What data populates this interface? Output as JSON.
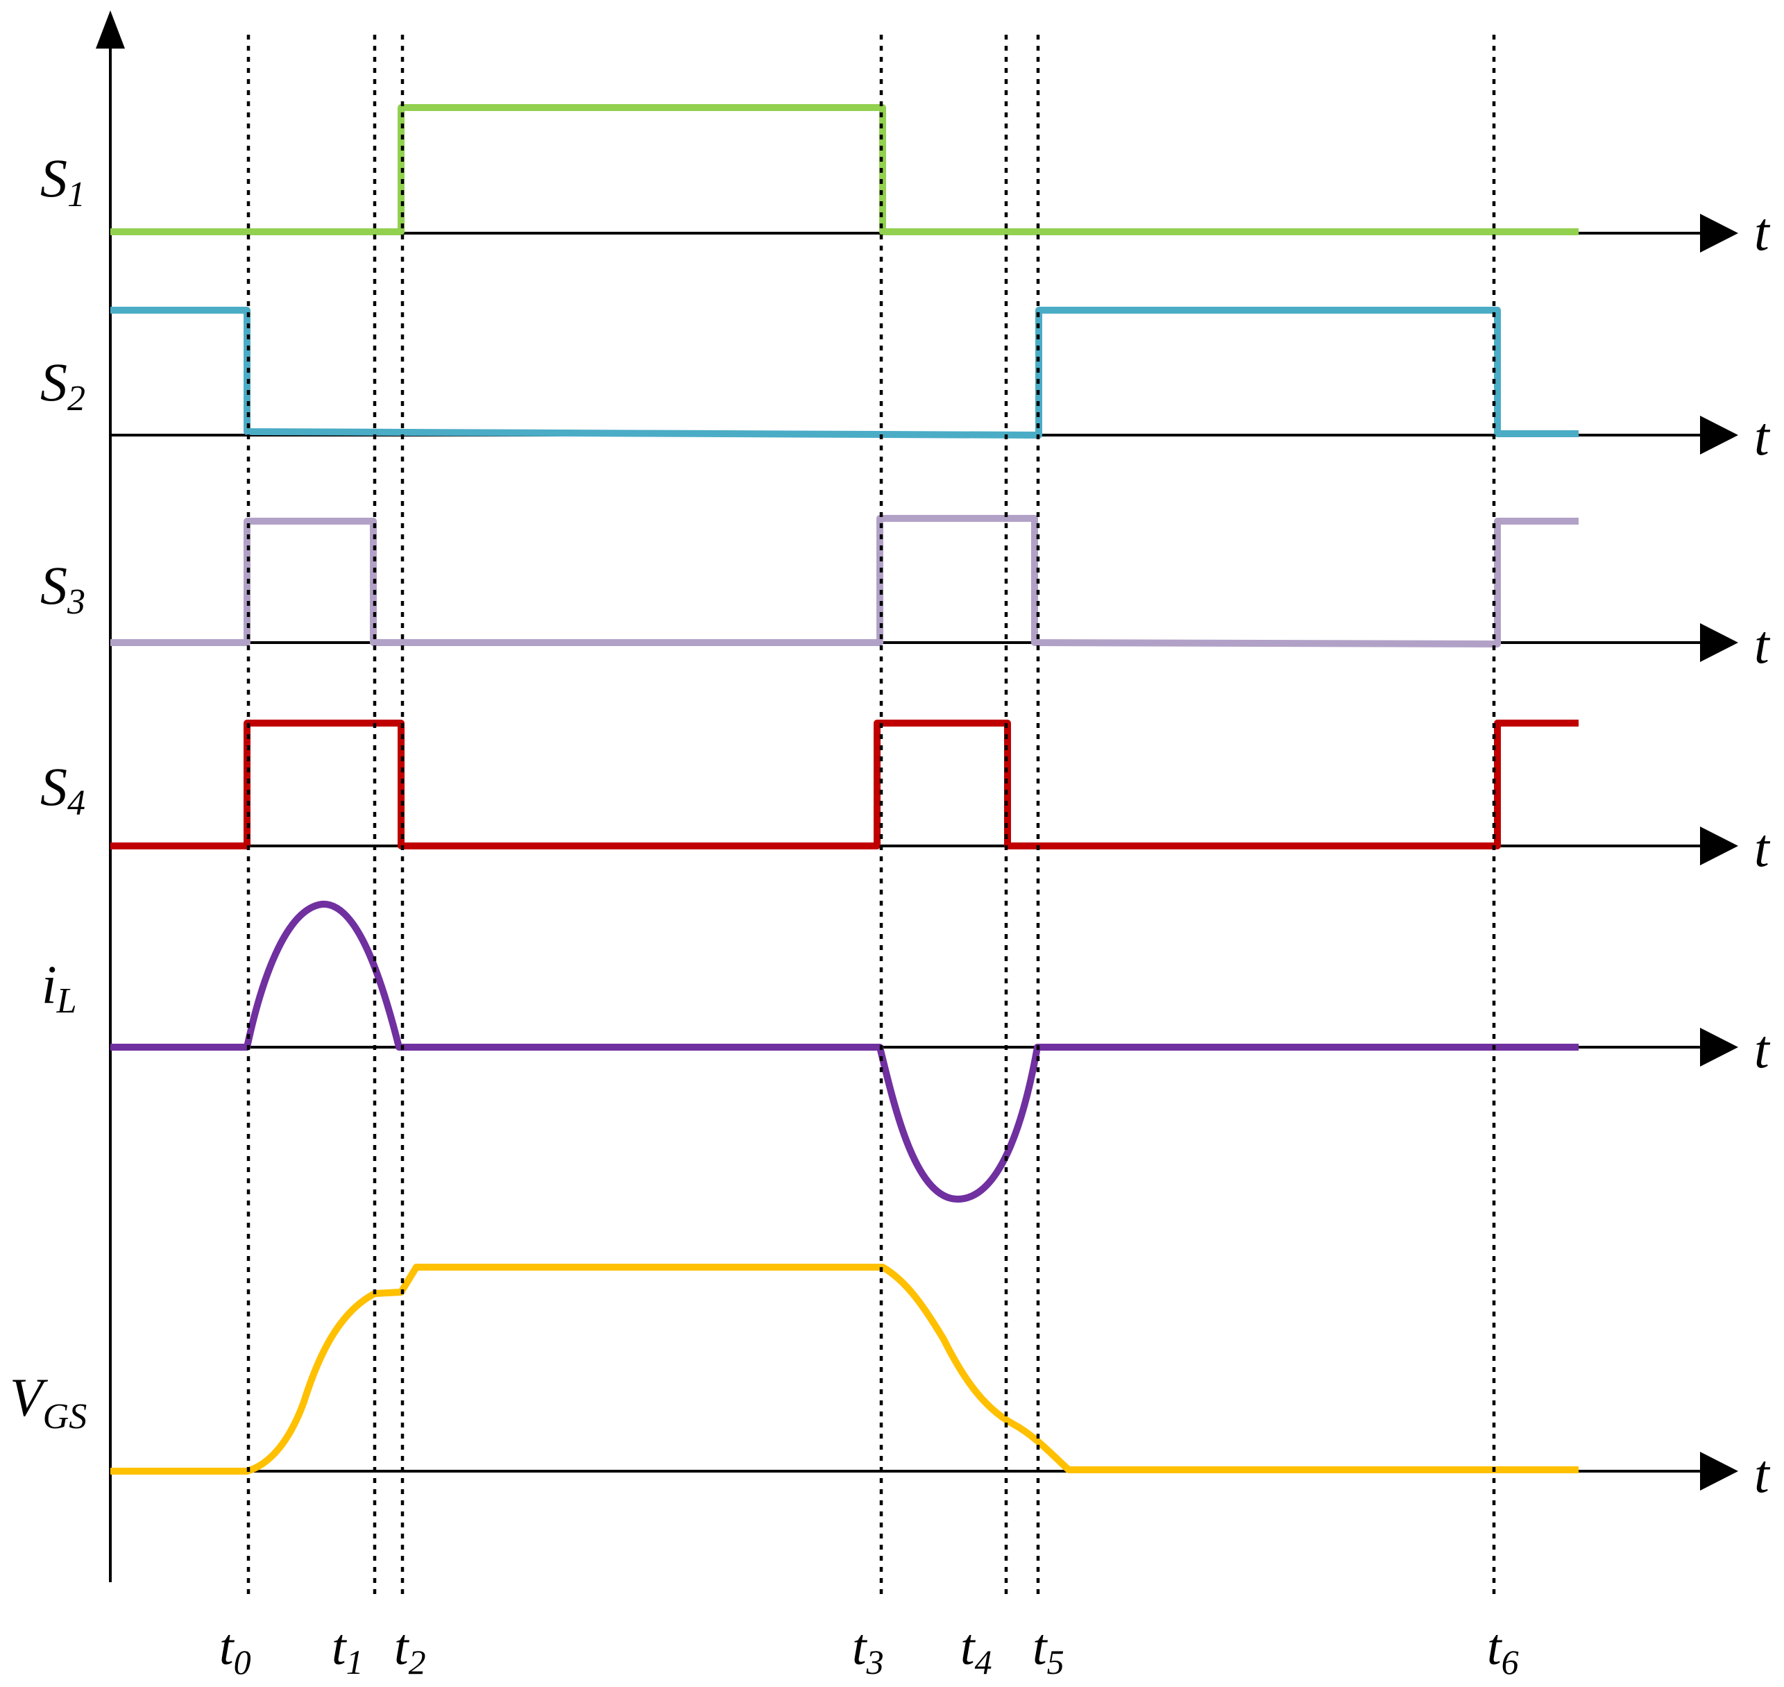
{
  "signals": [
    {
      "id": "s1",
      "base": "S",
      "sub": "1",
      "color": "#92d050"
    },
    {
      "id": "s2",
      "base": "S",
      "sub": "2",
      "color": "#4bacc6"
    },
    {
      "id": "s3",
      "base": "S",
      "sub": "3",
      "color": "#b2a1c7"
    },
    {
      "id": "s4",
      "base": "S",
      "sub": "4",
      "color": "#c00000"
    },
    {
      "id": "il",
      "base": "i",
      "sub": "L",
      "color": "#7030a0"
    },
    {
      "id": "vgs",
      "base": "V",
      "sub": "GS",
      "color": "#ffc000"
    }
  ],
  "axis_label": "t",
  "time_markers": [
    {
      "base": "t",
      "sub": "0"
    },
    {
      "base": "t",
      "sub": "1"
    },
    {
      "base": "t",
      "sub": "2"
    },
    {
      "base": "t",
      "sub": "3"
    },
    {
      "base": "t",
      "sub": "4"
    },
    {
      "base": "t",
      "sub": "5"
    },
    {
      "base": "t",
      "sub": "6"
    }
  ]
}
